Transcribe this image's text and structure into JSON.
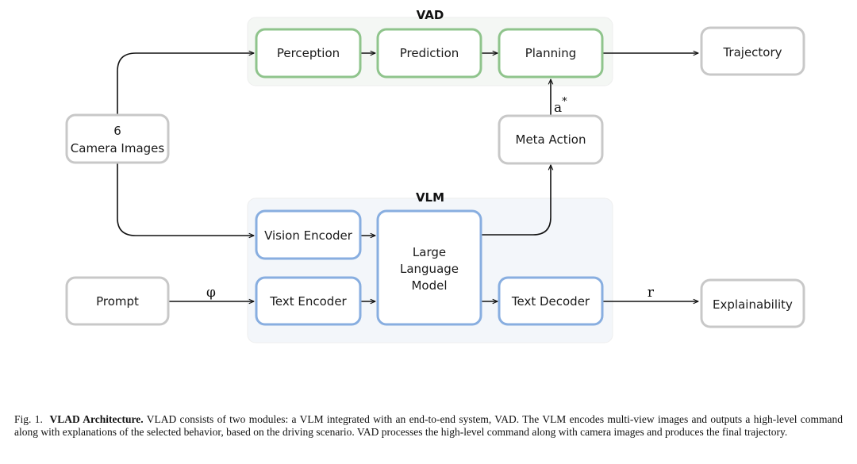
{
  "colors": {
    "vad_border": "#8fc48c",
    "vad_background": "#f4f7f4",
    "vlm_border": "#88aee0",
    "vlm_background": "#f3f6fa",
    "neutral_border": "#c8c8c8"
  },
  "groups": {
    "vad_title": "VAD",
    "vlm_title": "VLM"
  },
  "nodes": {
    "perception": "Perception",
    "prediction": "Prediction",
    "planning": "Planning",
    "trajectory": "Trajectory",
    "camera_line1": "6",
    "camera_line2": "Camera Images",
    "meta_action": "Meta Action",
    "vision_encoder": "Vision Encoder",
    "text_encoder": "Text Encoder",
    "llm_line1": "Large",
    "llm_line2": "Language",
    "llm_line3": "Model",
    "text_decoder": "Text Decoder",
    "prompt": "Prompt",
    "explainability": "Explainability"
  },
  "edge_labels": {
    "phi": "φ",
    "r": "r",
    "a_star_base": "a",
    "a_star_sup": "*"
  },
  "caption": {
    "prefix": "Fig. 1.",
    "title": "VLAD Architecture.",
    "body": "VLAD consists of two modules: a VLM integrated with an end-to-end system, VAD. The VLM encodes multi-view images and outputs a high-level command along with explanations of the selected behavior, based on the driving scenario. VAD processes the high-level command along with camera images and produces the final trajectory."
  }
}
